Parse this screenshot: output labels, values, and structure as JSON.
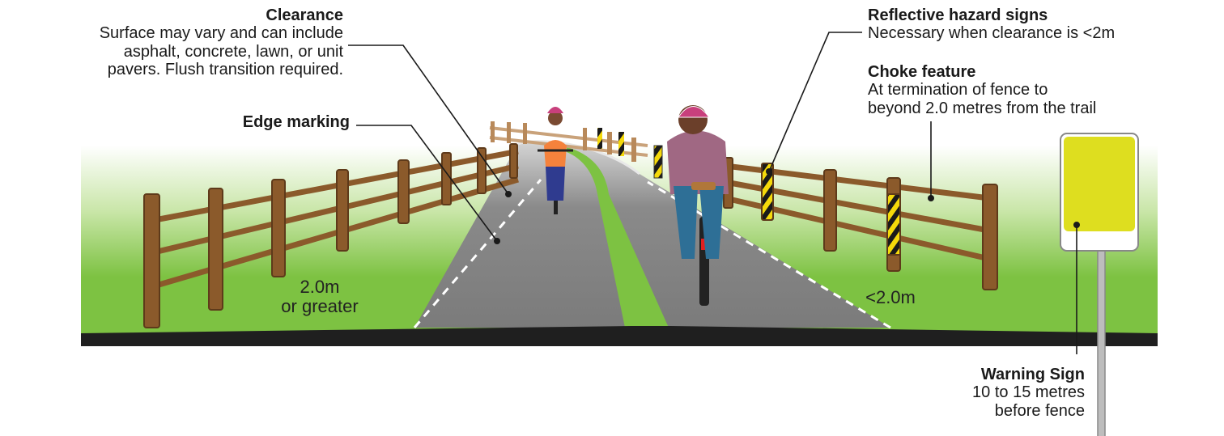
{
  "callouts": {
    "clearance": {
      "title": "Clearance",
      "body": [
        "Surface may vary and can include",
        "asphalt, concrete, lawn, or unit",
        "pavers. Flush transition required."
      ]
    },
    "edge_marking": {
      "title": "Edge marking"
    },
    "reflective_hazard_signs": {
      "title": "Reflective hazard signs",
      "body": [
        "Necessary when clearance is <2m"
      ]
    },
    "choke_feature": {
      "title": "Choke feature",
      "body": [
        "At termination of fence to",
        "beyond 2.0 metres from the trail"
      ]
    },
    "warning_sign": {
      "title": "Warning Sign",
      "body": [
        "10 to 15 metres",
        "before fence"
      ]
    }
  },
  "measurements": {
    "left": [
      "2.0m",
      "or greater"
    ],
    "right": "<2.0m"
  },
  "colors": {
    "grass": "#7dc242",
    "grass_fade": "#ffffff",
    "pavement": "#7f7f7f",
    "pavement_far": "#bdbdbd",
    "fence_wood": "#8b5a2b",
    "fence_dark": "#5e3a1a",
    "hazard_yellow": "#f5d90a",
    "warning_sign": "#dede1f",
    "ground_edge": "#1f1f1f",
    "leader_line": "#1a1a1a"
  }
}
